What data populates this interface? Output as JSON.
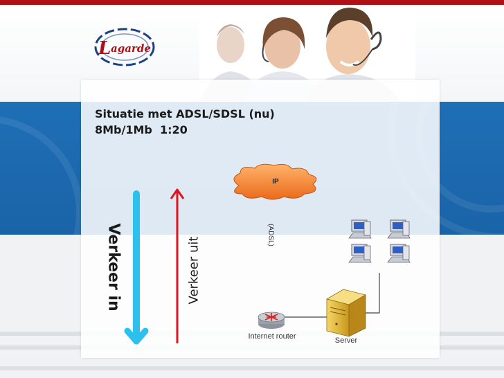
{
  "slide": {
    "title_line1": "Situatie met ADSL/SDSL (nu)",
    "title_line2": "8Mb/1Mb  1:20"
  },
  "diagram": {
    "inbound_label": "Verkeer in",
    "outbound_label": "Verkeer uit",
    "cloud_label": "IP",
    "link_label": "(ADSL)",
    "router_label": "Internet router",
    "server_label": "Server",
    "computer_count": 4
  },
  "colors": {
    "header_bar": "#b01015",
    "blue_band": "#1f6fb6",
    "cloud_fill": "#f27f2c",
    "inbound_arrow": "#2cc0ee",
    "outbound_arrow": "#e0141a",
    "server_fill": "#e6b82e"
  },
  "icons": {
    "brand_logo": "lagarde-logo",
    "router": "router-icon",
    "server": "server-icon",
    "workstation": "computer-icon",
    "cloud": "cloud-icon"
  }
}
